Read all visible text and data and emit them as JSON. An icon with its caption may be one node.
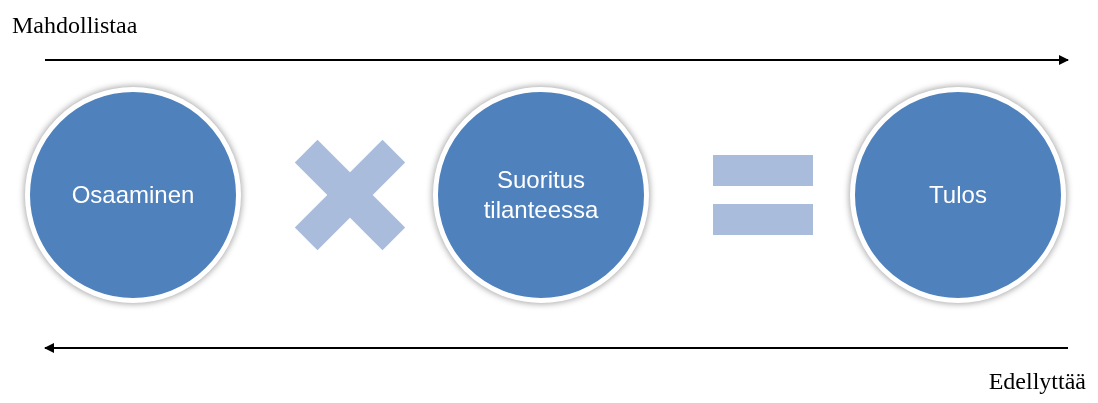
{
  "diagram": {
    "nodes": [
      {
        "text": [
          "Osaaminen"
        ]
      },
      {
        "text": [
          "Suoritus tilanteessa"
        ]
      },
      {
        "text": [
          "Tulos"
        ]
      }
    ],
    "labels": [
      "Mahdollistaa",
      "Edellyttää"
    ]
  }
}
